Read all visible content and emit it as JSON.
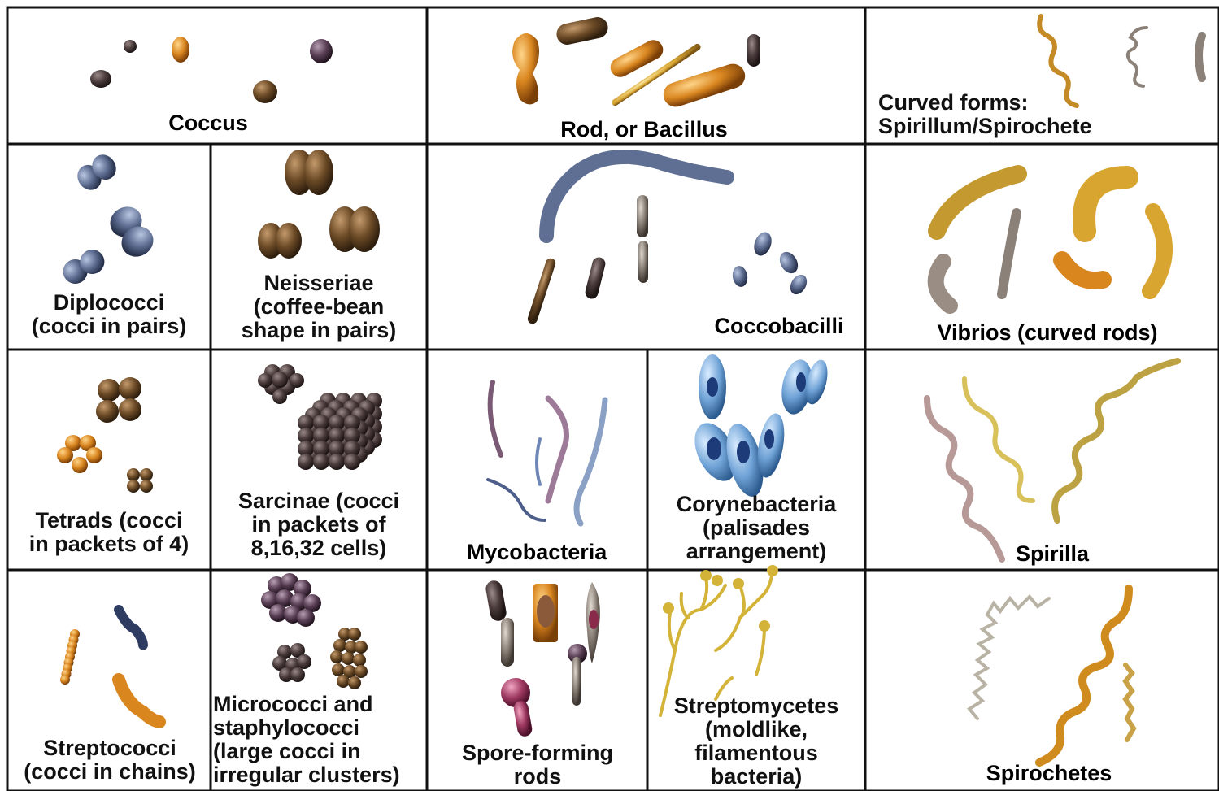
{
  "labels": {
    "coccus": "Coccus",
    "rod": "Rod, or Bacillus",
    "curved": "Curved forms:\nSpirillum/Spirochete",
    "diplococci": "Diplococci\n(cocci in pairs)",
    "neisseriae": "Neisseriae\n(coffee-bean\nshape in pairs)",
    "coccobacilli": "Coccobacilli",
    "vibrios": "Vibrios (curved rods)",
    "tetrads": "Tetrads (cocci\nin packets of 4)",
    "sarcinae": "Sarcinae (cocci\nin packets of\n8,16,32 cells)",
    "mycobacteria": "Mycobacteria",
    "corynebacteria": "Corynebacteria\n(palisades\narrangement)",
    "spirilla": "Spirilla",
    "streptococci": "Streptococci\n(cocci in chains)",
    "micrococci": "Micrococci and\nstaphylococci\n(large cocci in\nirregular clusters)",
    "spore_forming": "Spore-forming\nrods",
    "streptomycetes": "Streptomycetes\n(moldlike,\nfilamentous\nbacteria)",
    "spirochetes": "Spirochetes"
  },
  "colors": {
    "grid": "#111111",
    "blue_gray": "#5f6f93",
    "brown": "#6b4a26",
    "gold": "#d8a531",
    "orange": "#d9861f",
    "gray": "#8b8178",
    "deep_blue": "#2d4f8f",
    "light_blue": "#6fa2d6",
    "purple": "#5a3f55",
    "magenta": "#a03a63",
    "cream": "#e4d9a4"
  }
}
